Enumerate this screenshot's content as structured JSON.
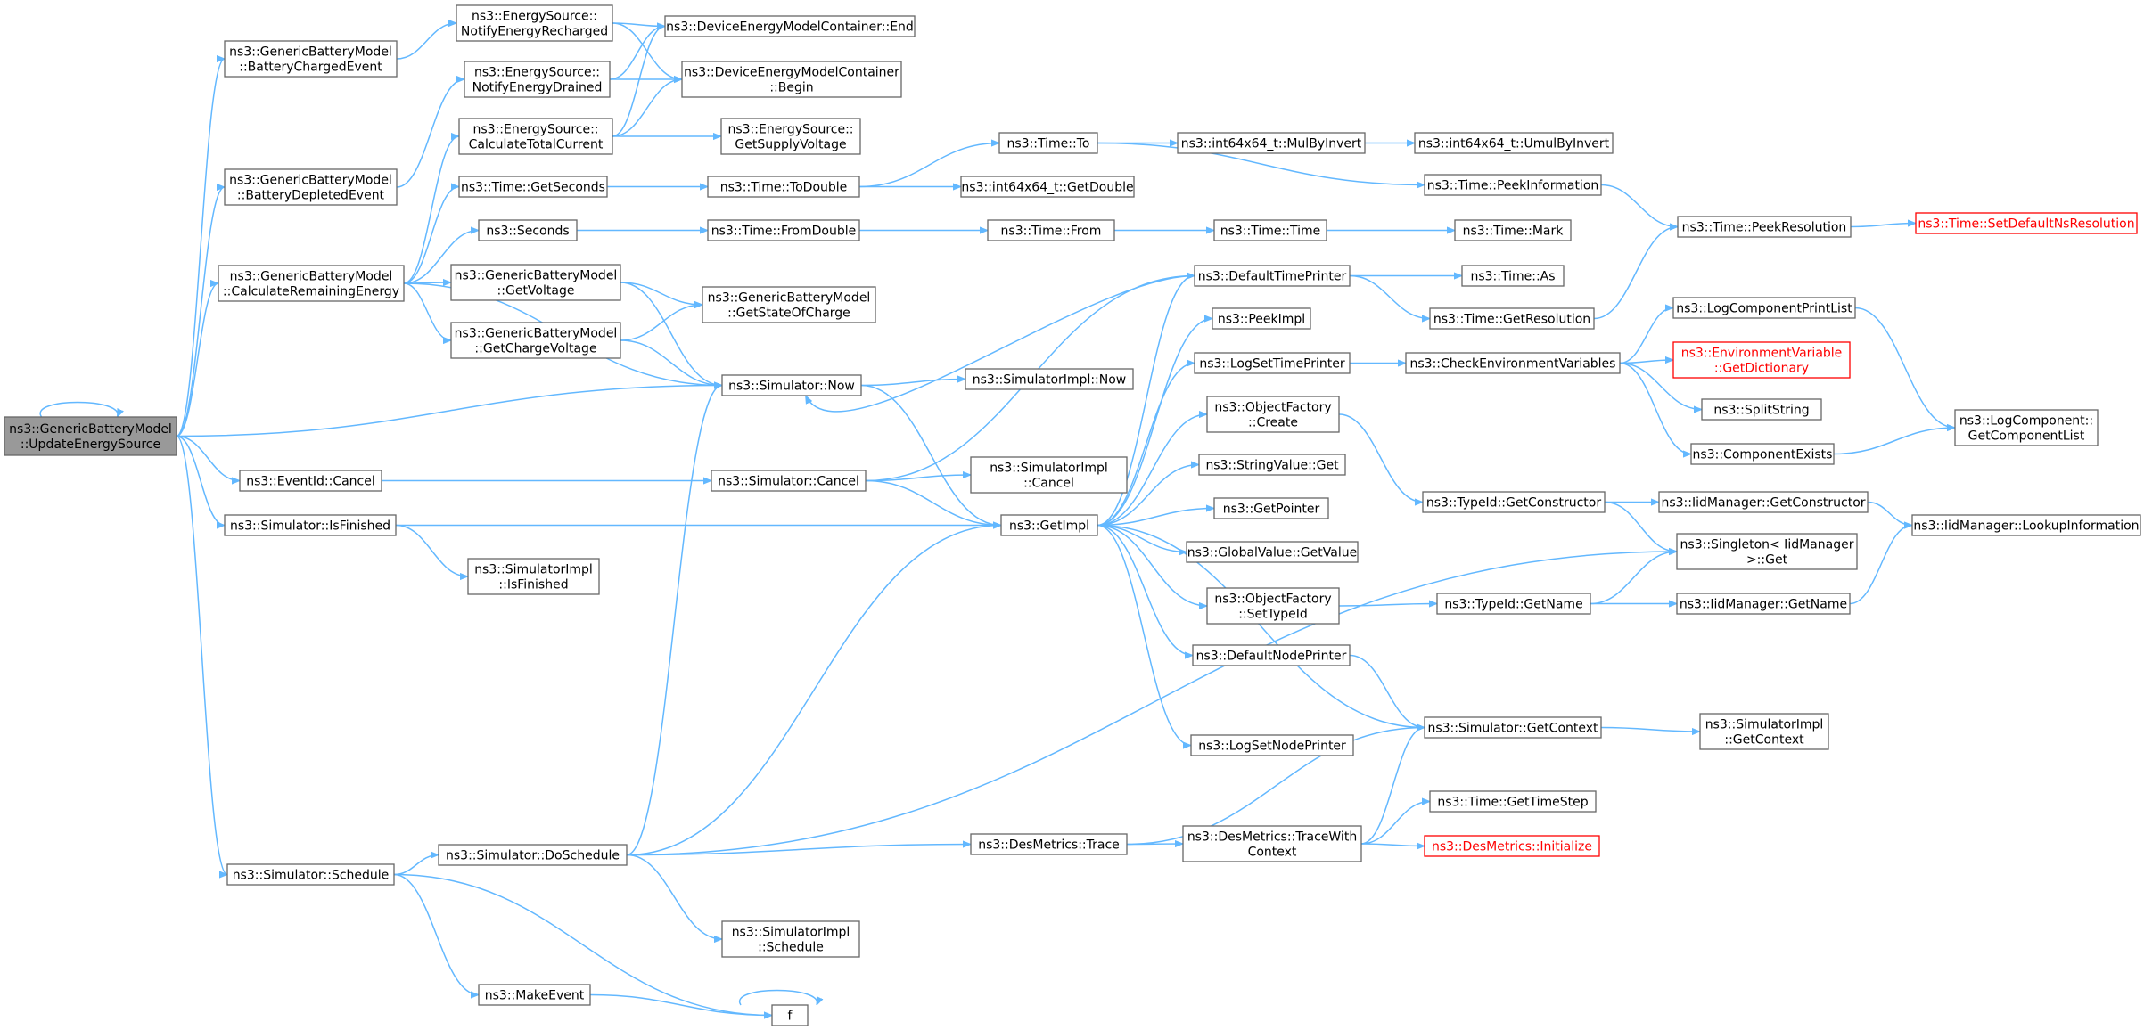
{
  "colors": {
    "edge": "#63b8ff",
    "node_border": "#666666",
    "root_fill": "#999999",
    "missing": "#ff0000"
  },
  "nodes": {
    "root": {
      "lines": [
        "ns3::GenericBatteryModel",
        "::UpdateEnergySource"
      ],
      "style": "root"
    },
    "charged": {
      "lines": [
        "ns3::GenericBatteryModel",
        "::BatteryChargedEvent"
      ]
    },
    "depleted": {
      "lines": [
        "ns3::GenericBatteryModel",
        "::BatteryDepletedEvent"
      ]
    },
    "calcRem": {
      "lines": [
        "ns3::GenericBatteryModel",
        "::CalculateRemainingEnergy"
      ]
    },
    "evCancel": {
      "lines": [
        "ns3::EventId::Cancel"
      ]
    },
    "simFinished": {
      "lines": [
        "ns3::Simulator::IsFinished"
      ]
    },
    "simSchedule": {
      "lines": [
        "ns3::Simulator::Schedule"
      ]
    },
    "notifyRech": {
      "lines": [
        "ns3::EnergySource::",
        "NotifyEnergyRecharged"
      ]
    },
    "notifyDrain": {
      "lines": [
        "ns3::EnergySource::",
        "NotifyEnergyDrained"
      ]
    },
    "calcTotal": {
      "lines": [
        "ns3::EnergySource::",
        "CalculateTotalCurrent"
      ]
    },
    "getSeconds": {
      "lines": [
        "ns3::Time::GetSeconds"
      ]
    },
    "seconds": {
      "lines": [
        "ns3::Seconds"
      ]
    },
    "getVoltage": {
      "lines": [
        "ns3::GenericBatteryModel",
        "::GetVoltage"
      ]
    },
    "getChargeV": {
      "lines": [
        "ns3::GenericBatteryModel",
        "::GetChargeVoltage"
      ]
    },
    "implFinished": {
      "lines": [
        "ns3::SimulatorImpl",
        "::IsFinished"
      ]
    },
    "doSchedule": {
      "lines": [
        "ns3::Simulator::DoSchedule"
      ]
    },
    "makeEvent": {
      "lines": [
        "ns3::MakeEvent"
      ]
    },
    "demEnd": {
      "lines": [
        "ns3::DeviceEnergyModelContainer::End"
      ]
    },
    "demBegin": {
      "lines": [
        "ns3::DeviceEnergyModelContainer",
        "::Begin"
      ]
    },
    "getSupplyV": {
      "lines": [
        "ns3::EnergySource::",
        "GetSupplyVoltage"
      ]
    },
    "toDouble": {
      "lines": [
        "ns3::Time::ToDouble"
      ]
    },
    "fromDouble": {
      "lines": [
        "ns3::Time::FromDouble"
      ]
    },
    "getSoC": {
      "lines": [
        "ns3::GenericBatteryModel",
        "::GetStateOfCharge"
      ]
    },
    "simNow": {
      "lines": [
        "ns3::Simulator::Now"
      ]
    },
    "simCancel": {
      "lines": [
        "ns3::Simulator::Cancel"
      ]
    },
    "implSchedule": {
      "lines": [
        "ns3::SimulatorImpl",
        "::Schedule"
      ]
    },
    "f": {
      "lines": [
        "f"
      ]
    },
    "timeTo": {
      "lines": [
        "ns3::Time::To"
      ]
    },
    "i64GetDouble": {
      "lines": [
        "ns3::int64x64_t::GetDouble"
      ]
    },
    "timeFrom": {
      "lines": [
        "ns3::Time::From"
      ]
    },
    "implNow": {
      "lines": [
        "ns3::SimulatorImpl::Now"
      ]
    },
    "implCancel": {
      "lines": [
        "ns3::SimulatorImpl",
        "::Cancel"
      ]
    },
    "getImpl": {
      "lines": [
        "ns3::GetImpl"
      ]
    },
    "desTrace": {
      "lines": [
        "ns3::DesMetrics::Trace"
      ]
    },
    "mulByInvert": {
      "lines": [
        "ns3::int64x64_t::MulByInvert"
      ]
    },
    "timeTime": {
      "lines": [
        "ns3::Time::Time"
      ]
    },
    "defTimePrinter": {
      "lines": [
        "ns3::DefaultTimePrinter"
      ]
    },
    "peekImpl": {
      "lines": [
        "ns3::PeekImpl"
      ]
    },
    "logSetTimePrinter": {
      "lines": [
        "ns3::LogSetTimePrinter"
      ]
    },
    "ofCreate": {
      "lines": [
        "ns3::ObjectFactory",
        "::Create"
      ]
    },
    "svGet": {
      "lines": [
        "ns3::StringValue::Get"
      ]
    },
    "getPointer": {
      "lines": [
        "ns3::GetPointer"
      ]
    },
    "gvGetValue": {
      "lines": [
        "ns3::GlobalValue::GetValue"
      ]
    },
    "ofSetTypeId": {
      "lines": [
        "ns3::ObjectFactory",
        "::SetTypeId"
      ]
    },
    "defNodePrinter": {
      "lines": [
        "ns3::DefaultNodePrinter"
      ]
    },
    "logSetNodePrinter": {
      "lines": [
        "ns3::LogSetNodePrinter"
      ]
    },
    "traceWithCtx": {
      "lines": [
        "ns3::DesMetrics::TraceWith",
        "Context"
      ]
    },
    "umulByInvert": {
      "lines": [
        "ns3::int64x64_t::UmulByInvert"
      ]
    },
    "peekInfo": {
      "lines": [
        "ns3::Time::PeekInformation"
      ]
    },
    "timeMark": {
      "lines": [
        "ns3::Time::Mark"
      ]
    },
    "timeAs": {
      "lines": [
        "ns3::Time::As"
      ]
    },
    "getResolution": {
      "lines": [
        "ns3::Time::GetResolution"
      ]
    },
    "checkEnv": {
      "lines": [
        "ns3::CheckEnvironmentVariables"
      ]
    },
    "getConstructor": {
      "lines": [
        "ns3::TypeId::GetConstructor"
      ]
    },
    "typeGetName": {
      "lines": [
        "ns3::TypeId::GetName"
      ]
    },
    "getContext": {
      "lines": [
        "ns3::Simulator::GetContext"
      ]
    },
    "getTimeStep": {
      "lines": [
        "ns3::Time::GetTimeStep"
      ]
    },
    "desInit": {
      "lines": [
        "ns3::DesMetrics::Initialize"
      ],
      "style": "red"
    },
    "peekRes": {
      "lines": [
        "ns3::Time::PeekResolution"
      ]
    },
    "logCompPrint": {
      "lines": [
        "ns3::LogComponentPrintList"
      ]
    },
    "envGetDict": {
      "lines": [
        "ns3::EnvironmentVariable",
        "::GetDictionary"
      ],
      "style": "red"
    },
    "splitString": {
      "lines": [
        "ns3::SplitString"
      ]
    },
    "compExists": {
      "lines": [
        "ns3::ComponentExists"
      ]
    },
    "iidGetCtor": {
      "lines": [
        "ns3::IidManager::GetConstructor"
      ]
    },
    "singletonGet": {
      "lines": [
        "ns3::Singleton< IidManager",
        ">::Get"
      ]
    },
    "iidGetName": {
      "lines": [
        "ns3::IidManager::GetName"
      ]
    },
    "implGetCtx": {
      "lines": [
        "ns3::SimulatorImpl",
        "::GetContext"
      ]
    },
    "setDefNs": {
      "lines": [
        "ns3::Time::SetDefaultNsResolution"
      ],
      "style": "red"
    },
    "logCompList": {
      "lines": [
        "ns3::LogComponent::",
        "GetComponentList"
      ]
    },
    "iidLookup": {
      "lines": [
        "ns3::IidManager::LookupInformation"
      ]
    }
  },
  "edges": [
    [
      "root",
      "root"
    ],
    [
      "root",
      "charged"
    ],
    [
      "root",
      "depleted"
    ],
    [
      "root",
      "calcRem"
    ],
    [
      "root",
      "evCancel"
    ],
    [
      "root",
      "simFinished"
    ],
    [
      "root",
      "simSchedule"
    ],
    [
      "root",
      "simNow"
    ],
    [
      "charged",
      "notifyRech"
    ],
    [
      "depleted",
      "notifyDrain"
    ],
    [
      "calcRem",
      "calcTotal"
    ],
    [
      "calcRem",
      "getSeconds"
    ],
    [
      "calcRem",
      "seconds"
    ],
    [
      "calcRem",
      "getVoltage"
    ],
    [
      "calcRem",
      "getChargeV"
    ],
    [
      "calcRem",
      "simNow"
    ],
    [
      "notifyRech",
      "demEnd"
    ],
    [
      "notifyRech",
      "demBegin"
    ],
    [
      "notifyDrain",
      "demEnd"
    ],
    [
      "notifyDrain",
      "demBegin"
    ],
    [
      "calcTotal",
      "demEnd"
    ],
    [
      "calcTotal",
      "demBegin"
    ],
    [
      "calcTotal",
      "getSupplyV"
    ],
    [
      "getSeconds",
      "toDouble"
    ],
    [
      "seconds",
      "fromDouble"
    ],
    [
      "getVoltage",
      "getSoC"
    ],
    [
      "getVoltage",
      "simNow"
    ],
    [
      "getChargeV",
      "getSoC"
    ],
    [
      "getChargeV",
      "simNow"
    ],
    [
      "evCancel",
      "simCancel"
    ],
    [
      "simFinished",
      "getImpl"
    ],
    [
      "simFinished",
      "implFinished"
    ],
    [
      "simSchedule",
      "doSchedule"
    ],
    [
      "simSchedule",
      "makeEvent"
    ],
    [
      "simSchedule",
      "f"
    ],
    [
      "doSchedule",
      "simNow"
    ],
    [
      "doSchedule",
      "getImpl"
    ],
    [
      "doSchedule",
      "desTrace"
    ],
    [
      "doSchedule",
      "implSchedule"
    ],
    [
      "doSchedule",
      "singletonGet"
    ],
    [
      "makeEvent",
      "f"
    ],
    [
      "f",
      "f"
    ],
    [
      "toDouble",
      "timeTo"
    ],
    [
      "toDouble",
      "i64GetDouble"
    ],
    [
      "fromDouble",
      "timeFrom"
    ],
    [
      "simNow",
      "getImpl"
    ],
    [
      "simNow",
      "implNow"
    ],
    [
      "simCancel",
      "getImpl"
    ],
    [
      "simCancel",
      "implCancel"
    ],
    [
      "simCancel",
      "defTimePrinter"
    ],
    [
      "timeTo",
      "mulByInvert"
    ],
    [
      "timeTo",
      "peekInfo"
    ],
    [
      "mulByInvert",
      "umulByInvert"
    ],
    [
      "timeFrom",
      "timeTime"
    ],
    [
      "timeTime",
      "timeMark"
    ],
    [
      "peekInfo",
      "peekRes"
    ],
    [
      "defTimePrinter",
      "simNow"
    ],
    [
      "defTimePrinter",
      "timeAs"
    ],
    [
      "defTimePrinter",
      "getResolution"
    ],
    [
      "getResolution",
      "peekRes"
    ],
    [
      "peekRes",
      "setDefNs"
    ],
    [
      "getImpl",
      "defTimePrinter"
    ],
    [
      "getImpl",
      "peekImpl"
    ],
    [
      "getImpl",
      "logSetTimePrinter"
    ],
    [
      "getImpl",
      "ofCreate"
    ],
    [
      "getImpl",
      "svGet"
    ],
    [
      "getImpl",
      "getPointer"
    ],
    [
      "getImpl",
      "gvGetValue"
    ],
    [
      "getImpl",
      "ofSetTypeId"
    ],
    [
      "getImpl",
      "defNodePrinter"
    ],
    [
      "getImpl",
      "logSetNodePrinter"
    ],
    [
      "getImpl",
      "getContext"
    ],
    [
      "logSetTimePrinter",
      "checkEnv"
    ],
    [
      "checkEnv",
      "logCompPrint"
    ],
    [
      "checkEnv",
      "envGetDict"
    ],
    [
      "checkEnv",
      "splitString"
    ],
    [
      "checkEnv",
      "compExists"
    ],
    [
      "logCompPrint",
      "logCompList"
    ],
    [
      "compExists",
      "logCompList"
    ],
    [
      "ofCreate",
      "getConstructor"
    ],
    [
      "getConstructor",
      "iidGetCtor"
    ],
    [
      "getConstructor",
      "singletonGet"
    ],
    [
      "iidGetCtor",
      "iidLookup"
    ],
    [
      "ofSetTypeId",
      "typeGetName"
    ],
    [
      "typeGetName",
      "singletonGet"
    ],
    [
      "typeGetName",
      "iidGetName"
    ],
    [
      "iidGetName",
      "iidLookup"
    ],
    [
      "defNodePrinter",
      "getContext"
    ],
    [
      "getContext",
      "implGetCtx"
    ],
    [
      "desTrace",
      "traceWithCtx"
    ],
    [
      "desTrace",
      "getContext"
    ],
    [
      "traceWithCtx",
      "getContext"
    ],
    [
      "traceWithCtx",
      "getTimeStep"
    ],
    [
      "traceWithCtx",
      "desInit"
    ]
  ]
}
